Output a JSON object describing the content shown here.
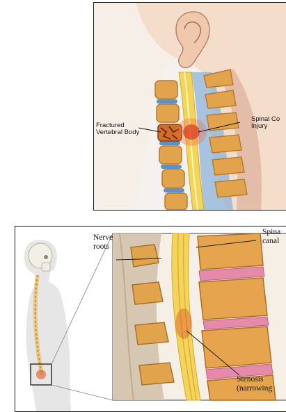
{
  "top_figure": {
    "label_fracture_line1": "Fractured",
    "label_fracture_line2": "Vertebral Body",
    "label_cord_line1": "Spinal Co",
    "label_cord_line2": "Injury"
  },
  "bottom_figure": {
    "label_nerve_line1": "Nerve",
    "label_nerve_line2": "roots",
    "label_canal_line1": "Spina",
    "label_canal_line2": "canal",
    "label_stenosis_line1": "Stenosis",
    "label_stenosis_line2": "(narrowing"
  },
  "colors": {
    "bone": "#e1a34c",
    "bone_dark": "#b77a2e",
    "cord": "#f2d65c",
    "disc": "#5f8fc4",
    "disc_pink": "#e58aa8",
    "skin": "#f2d9c5",
    "injury": "#d9301a",
    "silhouette": "#e6e6e6"
  }
}
